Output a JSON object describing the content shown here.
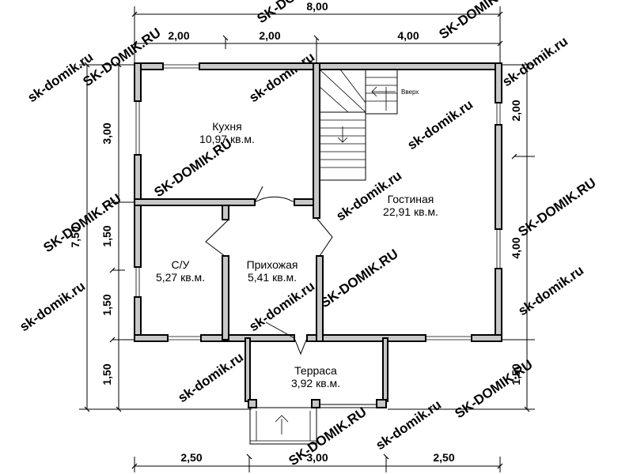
{
  "dimensions": {
    "top_total": "8,00",
    "top_a": "2,00",
    "top_b": "2,00",
    "top_c": "4,00",
    "bottom_a": "2,50",
    "bottom_b": "3,00",
    "bottom_c": "2,50",
    "left_total": "7,50",
    "left_a": "3,00",
    "left_b": "1,50",
    "left_c": "1,50",
    "left_d": "1,50",
    "right_a": "2,00",
    "right_b": "4,00",
    "right_c": "1,50"
  },
  "rooms": {
    "kitchen_name": "Кухня",
    "kitchen_area": "10,97 кв.м.",
    "living_name": "Гостиная",
    "living_area": "22,91 кв.м.",
    "bath_name": "С/У",
    "bath_area": "5,27 кв.м.",
    "hall_name": "Прихожая",
    "hall_area": "5,41 кв.м.",
    "terrace_name": "Терраса",
    "terrace_area": "3,92 кв.м."
  },
  "stairs_label": "Вверх",
  "watermark": "sk-domik.ru",
  "watermark_caps": "SK-DOMIK.RU"
}
